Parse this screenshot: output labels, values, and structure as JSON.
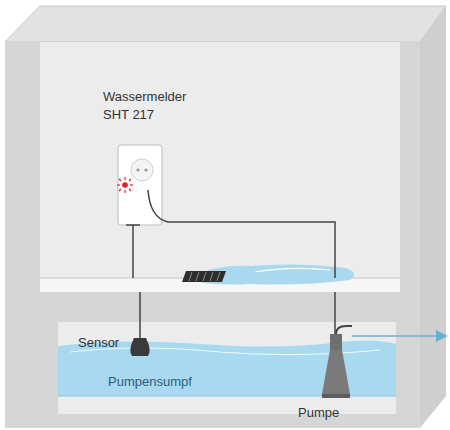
{
  "diagram": {
    "labels": [
      "Wassermelder SHT 217",
      "Sensor",
      "Pumpensumpf",
      "Pumpe"
    ]
  }
}
